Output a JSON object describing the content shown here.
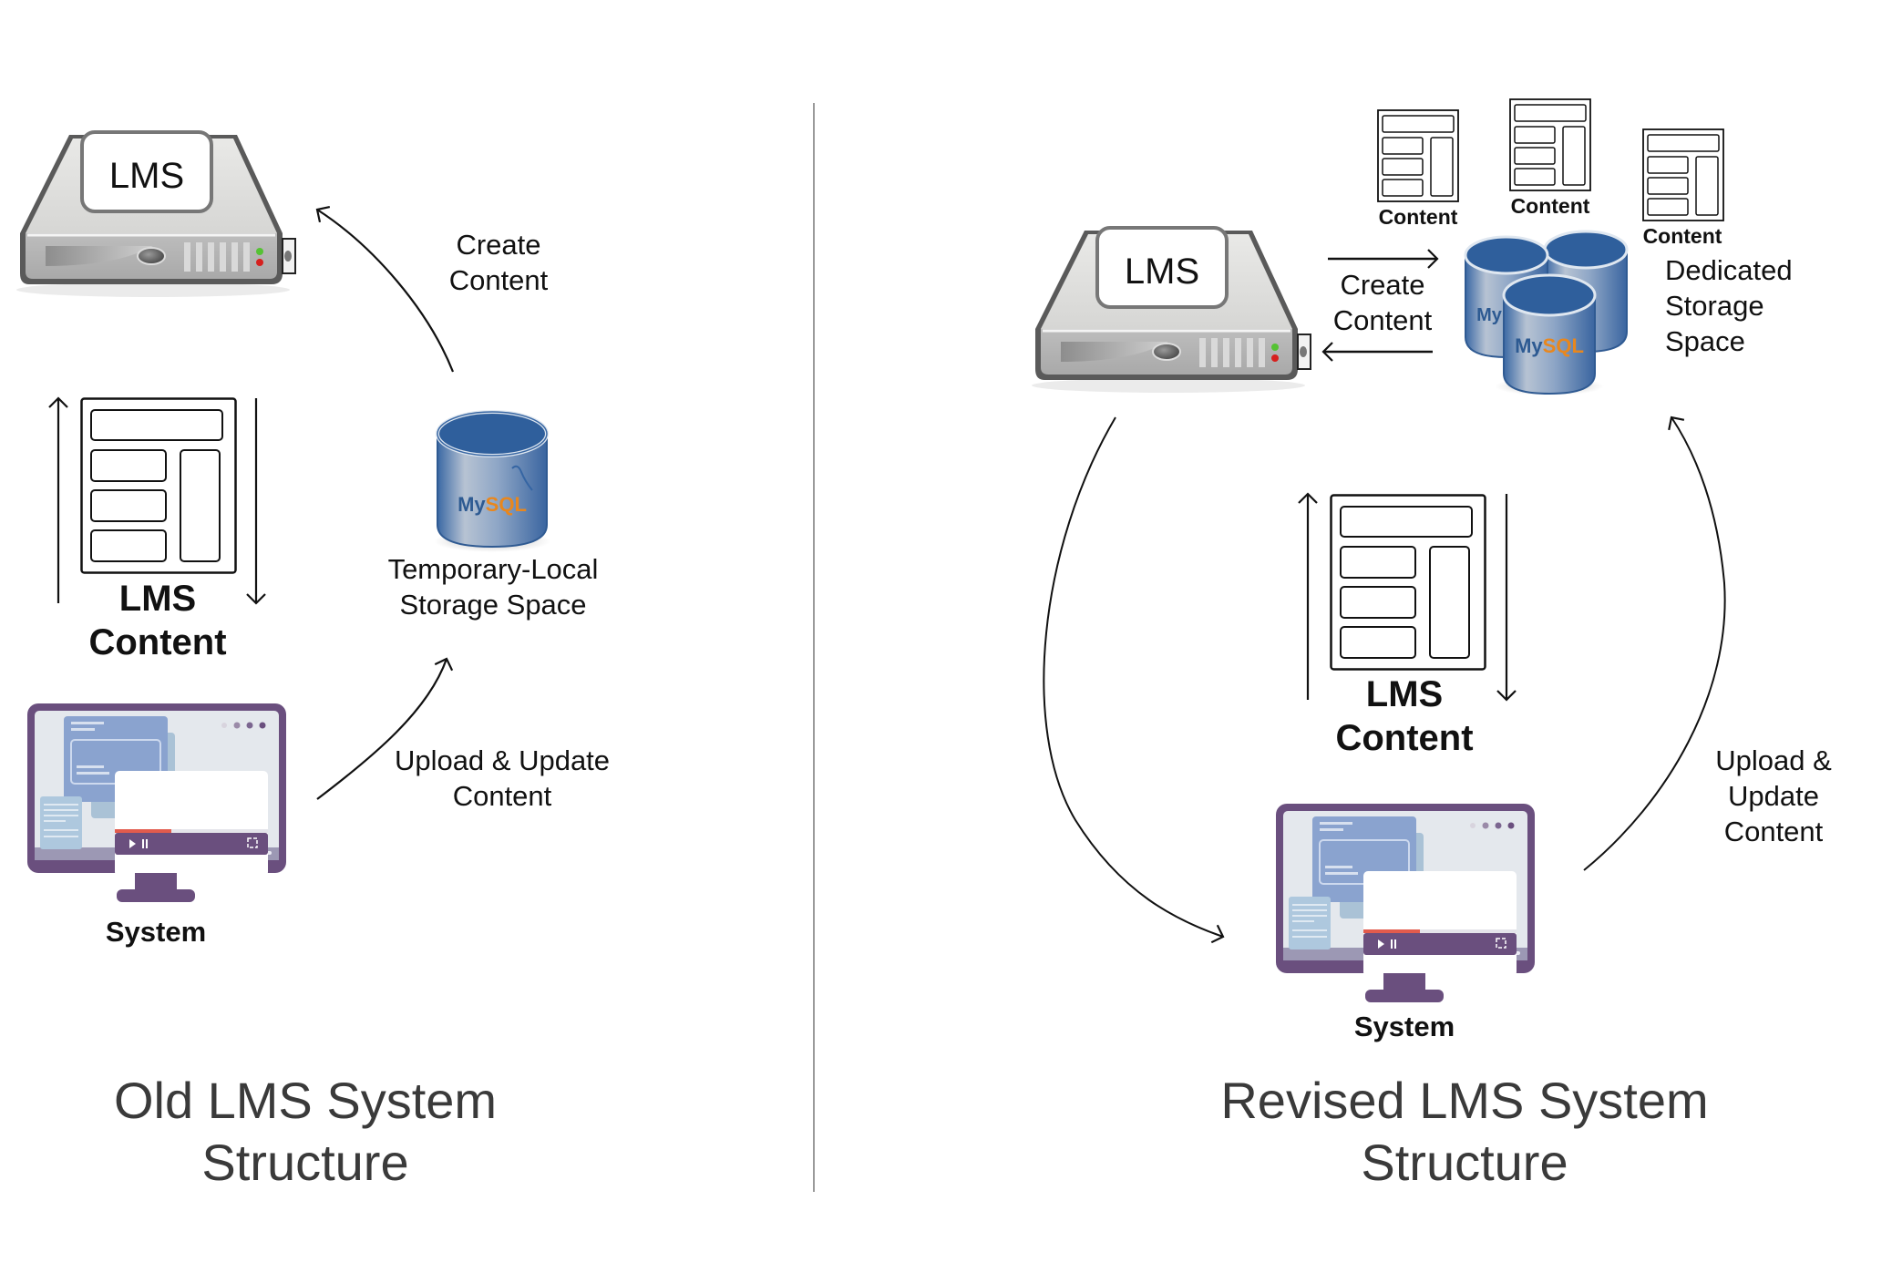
{
  "left_panel": {
    "title_line1": "Old LMS System",
    "title_line2": "Structure",
    "server": {
      "label": "LMS",
      "icon": "server-icon"
    },
    "create_content": {
      "line1": "Create",
      "line2": "Content"
    },
    "lms_content": {
      "line1": "LMS",
      "line2": "Content",
      "icon": "document-layout-icon"
    },
    "database": {
      "brand": "MySQL",
      "brand_my": "My",
      "brand_sql": "SQL",
      "icon": "database-icon"
    },
    "storage_label": {
      "line1": "Temporary-Local",
      "line2": "Storage Space"
    },
    "upload_update": {
      "line1": "Upload & Update",
      "line2": "Content"
    },
    "system": {
      "label": "System",
      "icon": "monitor-icon"
    }
  },
  "right_panel": {
    "title_line1": "Revised LMS System",
    "title_line2": "Structure",
    "server": {
      "label": "LMS",
      "icon": "server-icon"
    },
    "create_content": {
      "line1": "Create",
      "line2": "Content"
    },
    "content_docs": [
      {
        "label": "Content"
      },
      {
        "label": "Content"
      },
      {
        "label": "Content"
      }
    ],
    "database_cluster": {
      "brand_my": "My",
      "brand_sql": "SQL",
      "count": 3,
      "icon": "database-cluster-icon"
    },
    "storage_label": {
      "line1": "Dedicated",
      "line2": "Storage",
      "line3": "Space"
    },
    "lms_content": {
      "line1": "LMS",
      "line2": "Content",
      "icon": "document-layout-icon"
    },
    "upload_update": {
      "line1": "Upload &",
      "line2": "Update",
      "line3": "Content"
    },
    "system": {
      "label": "System",
      "icon": "monitor-icon"
    }
  },
  "colors": {
    "db_blue": "#3d6eaa",
    "db_top": "#2f5f9c",
    "mysql_orange": "#e8871e",
    "mysql_blue": "#2d5a92",
    "monitor_purple": "#6a4f7e",
    "server_gray": "#c9c9c9",
    "title_gray": "#3a3a3a",
    "divider_gray": "#9a9a9a"
  }
}
